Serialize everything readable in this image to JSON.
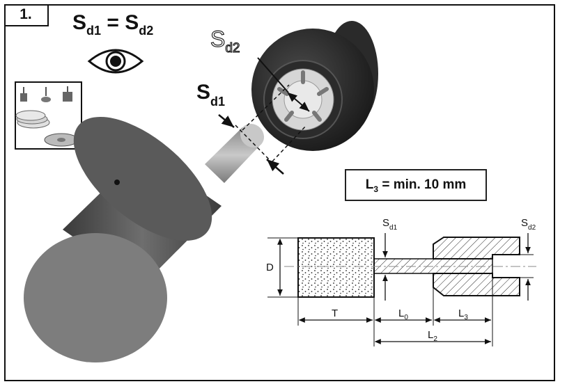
{
  "step": "1.",
  "equation": {
    "s1": "S",
    "s1_sub": "d1",
    "eq": " = ",
    "s2": "S",
    "s2_sub": "d2"
  },
  "photo_labels": {
    "sd1": {
      "main": "S",
      "sub": "d1"
    },
    "sd2": {
      "main": "S",
      "sub": "d2"
    }
  },
  "rule_box": {
    "main": "L",
    "sub": "3",
    "rest": " = min. 10 mm"
  },
  "drawing": {
    "D": "D",
    "T": "T",
    "L0": {
      "main": "L",
      "sub": "0"
    },
    "L3": {
      "main": "L",
      "sub": "3"
    },
    "L2": {
      "main": "L",
      "sub": "2"
    },
    "Sd1": {
      "main": "S",
      "sub": "d1"
    },
    "Sd2": {
      "main": "S",
      "sub": "d2"
    }
  },
  "icons": [
    "eye-icon",
    "mounted-points-inset",
    "collet-chuck",
    "mounted-point-tool"
  ]
}
